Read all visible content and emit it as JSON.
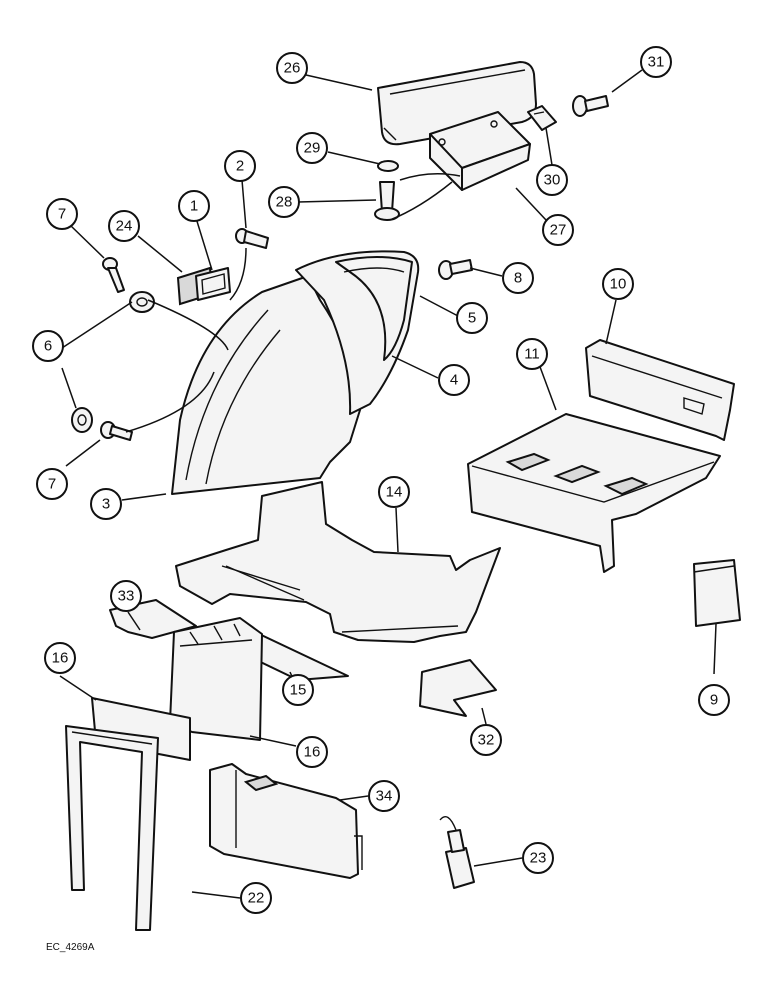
{
  "reference_code": "EC_4269A",
  "callouts": [
    {
      "id": "c26",
      "label": "26"
    },
    {
      "id": "c31",
      "label": "31"
    },
    {
      "id": "c29",
      "label": "29"
    },
    {
      "id": "c30",
      "label": "30"
    },
    {
      "id": "c28",
      "label": "28"
    },
    {
      "id": "c27",
      "label": "27"
    },
    {
      "id": "c2",
      "label": "2"
    },
    {
      "id": "c1",
      "label": "1"
    },
    {
      "id": "c24",
      "label": "24"
    },
    {
      "id": "c7a",
      "label": "7"
    },
    {
      "id": "c8",
      "label": "8"
    },
    {
      "id": "c10",
      "label": "10"
    },
    {
      "id": "c5",
      "label": "5"
    },
    {
      "id": "c6",
      "label": "6"
    },
    {
      "id": "c11",
      "label": "11"
    },
    {
      "id": "c4",
      "label": "4"
    },
    {
      "id": "c7b",
      "label": "7"
    },
    {
      "id": "c14",
      "label": "14"
    },
    {
      "id": "c3",
      "label": "3"
    },
    {
      "id": "c33",
      "label": "33"
    },
    {
      "id": "c16a",
      "label": "16"
    },
    {
      "id": "c15",
      "label": "15"
    },
    {
      "id": "c9",
      "label": "9"
    },
    {
      "id": "c32",
      "label": "32"
    },
    {
      "id": "c16b",
      "label": "16"
    },
    {
      "id": "c34",
      "label": "34"
    },
    {
      "id": "c23",
      "label": "23"
    },
    {
      "id": "c22",
      "label": "22"
    }
  ]
}
